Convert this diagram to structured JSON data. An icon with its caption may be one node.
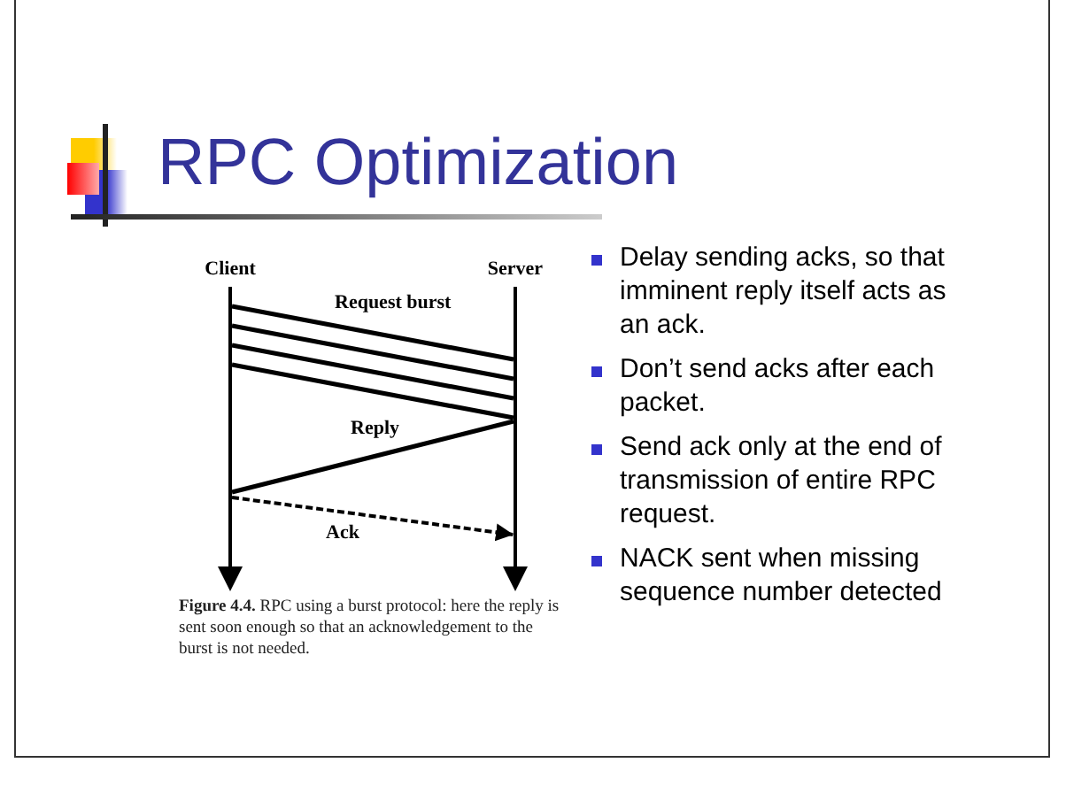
{
  "diagram": {
    "title": "RPC Optimization",
    "caption": "**Figure 4.4.** RPC using a burst protocol: here the reply is sent soon enough so that an acknowledgement to the burst is not needed.",
    "nodes": [
      {
        "text": [],
        "shape": "bar",
        "beside": [
          "Client"
        ]
      },
      {
        "text": [],
        "shape": "bar",
        "beside": [
          "Server"
        ]
      }
    ],
    "edges": [
      {
        "from": 0,
        "to": 1,
        "arrow": "none",
        "label": "Request burst"
      },
      {
        "from": 0,
        "to": 1,
        "arrow": "none"
      },
      {
        "from": 0,
        "to": 1,
        "arrow": "none"
      },
      {
        "from": 0,
        "to": 1,
        "arrow": "none"
      },
      {
        "from": 1,
        "to": 0,
        "arrow": "none",
        "label": "Reply"
      },
      {
        "from": 0,
        "to": 1,
        "arrow": "to",
        "label": "Ack",
        "style": "dashed"
      }
    ],
    "labels": [
      "Delay sending acks, so that imminent reply itself acts as an ack.",
      "Don’t send acks after each packet.",
      "Send ack only at the end of transmission of entire RPC request.",
      "NACK sent when missing sequence number detected"
    ]
  }
}
